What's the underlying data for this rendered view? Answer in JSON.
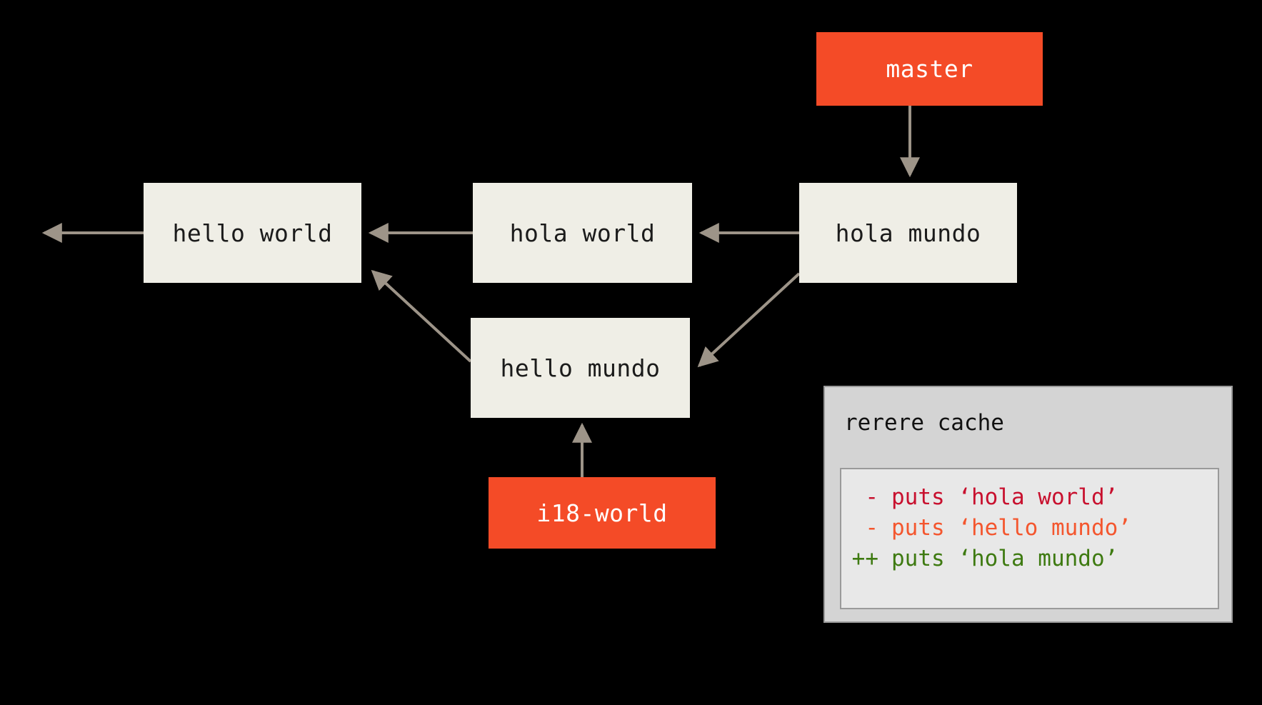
{
  "diagram": {
    "type": "git-commit-graph",
    "background_color": "#000000",
    "edge_color": "#9D9488",
    "commit_box_color": "#EFEEE6",
    "branch_box_color": "#F44B27",
    "commit_text_color": "#1b1b1b",
    "branch_text_color": "#ffffff"
  },
  "commits": [
    {
      "id": "hello-world",
      "label": "hello world"
    },
    {
      "id": "hola-world",
      "label": "hola world"
    },
    {
      "id": "hola-mundo",
      "label": "hola mundo"
    },
    {
      "id": "hello-mundo",
      "label": "hello mundo"
    }
  ],
  "branches": [
    {
      "id": "master",
      "label": "master"
    },
    {
      "id": "i18-world",
      "label": "i18-world"
    }
  ],
  "edges": [
    {
      "from": "hello-world",
      "to": "offscreen-left"
    },
    {
      "from": "hola-world",
      "to": "hello-world"
    },
    {
      "from": "hola-mundo",
      "to": "hola-world"
    },
    {
      "from": "hello-mundo",
      "to": "hello-world"
    },
    {
      "from": "hola-mundo",
      "to": "hello-mundo"
    },
    {
      "from": "master",
      "to": "hola-mundo"
    },
    {
      "from": "i18-world",
      "to": "hello-mundo"
    }
  ],
  "rerere_panel": {
    "title": "rerere cache",
    "panel_bg": "#D4D4D4",
    "code_bg": "#E8E8E8",
    "lines": [
      {
        "marker": "-",
        "text": "puts ‘hola world’",
        "kind": "removed",
        "color": "#C8102E"
      },
      {
        "marker": "-",
        "text": "puts ‘hello mundo’",
        "kind": "removed",
        "color": "#F4562E"
      },
      {
        "marker": "++",
        "text": "puts ‘hola mundo’",
        "kind": "added",
        "color": "#3E7A11"
      }
    ]
  }
}
